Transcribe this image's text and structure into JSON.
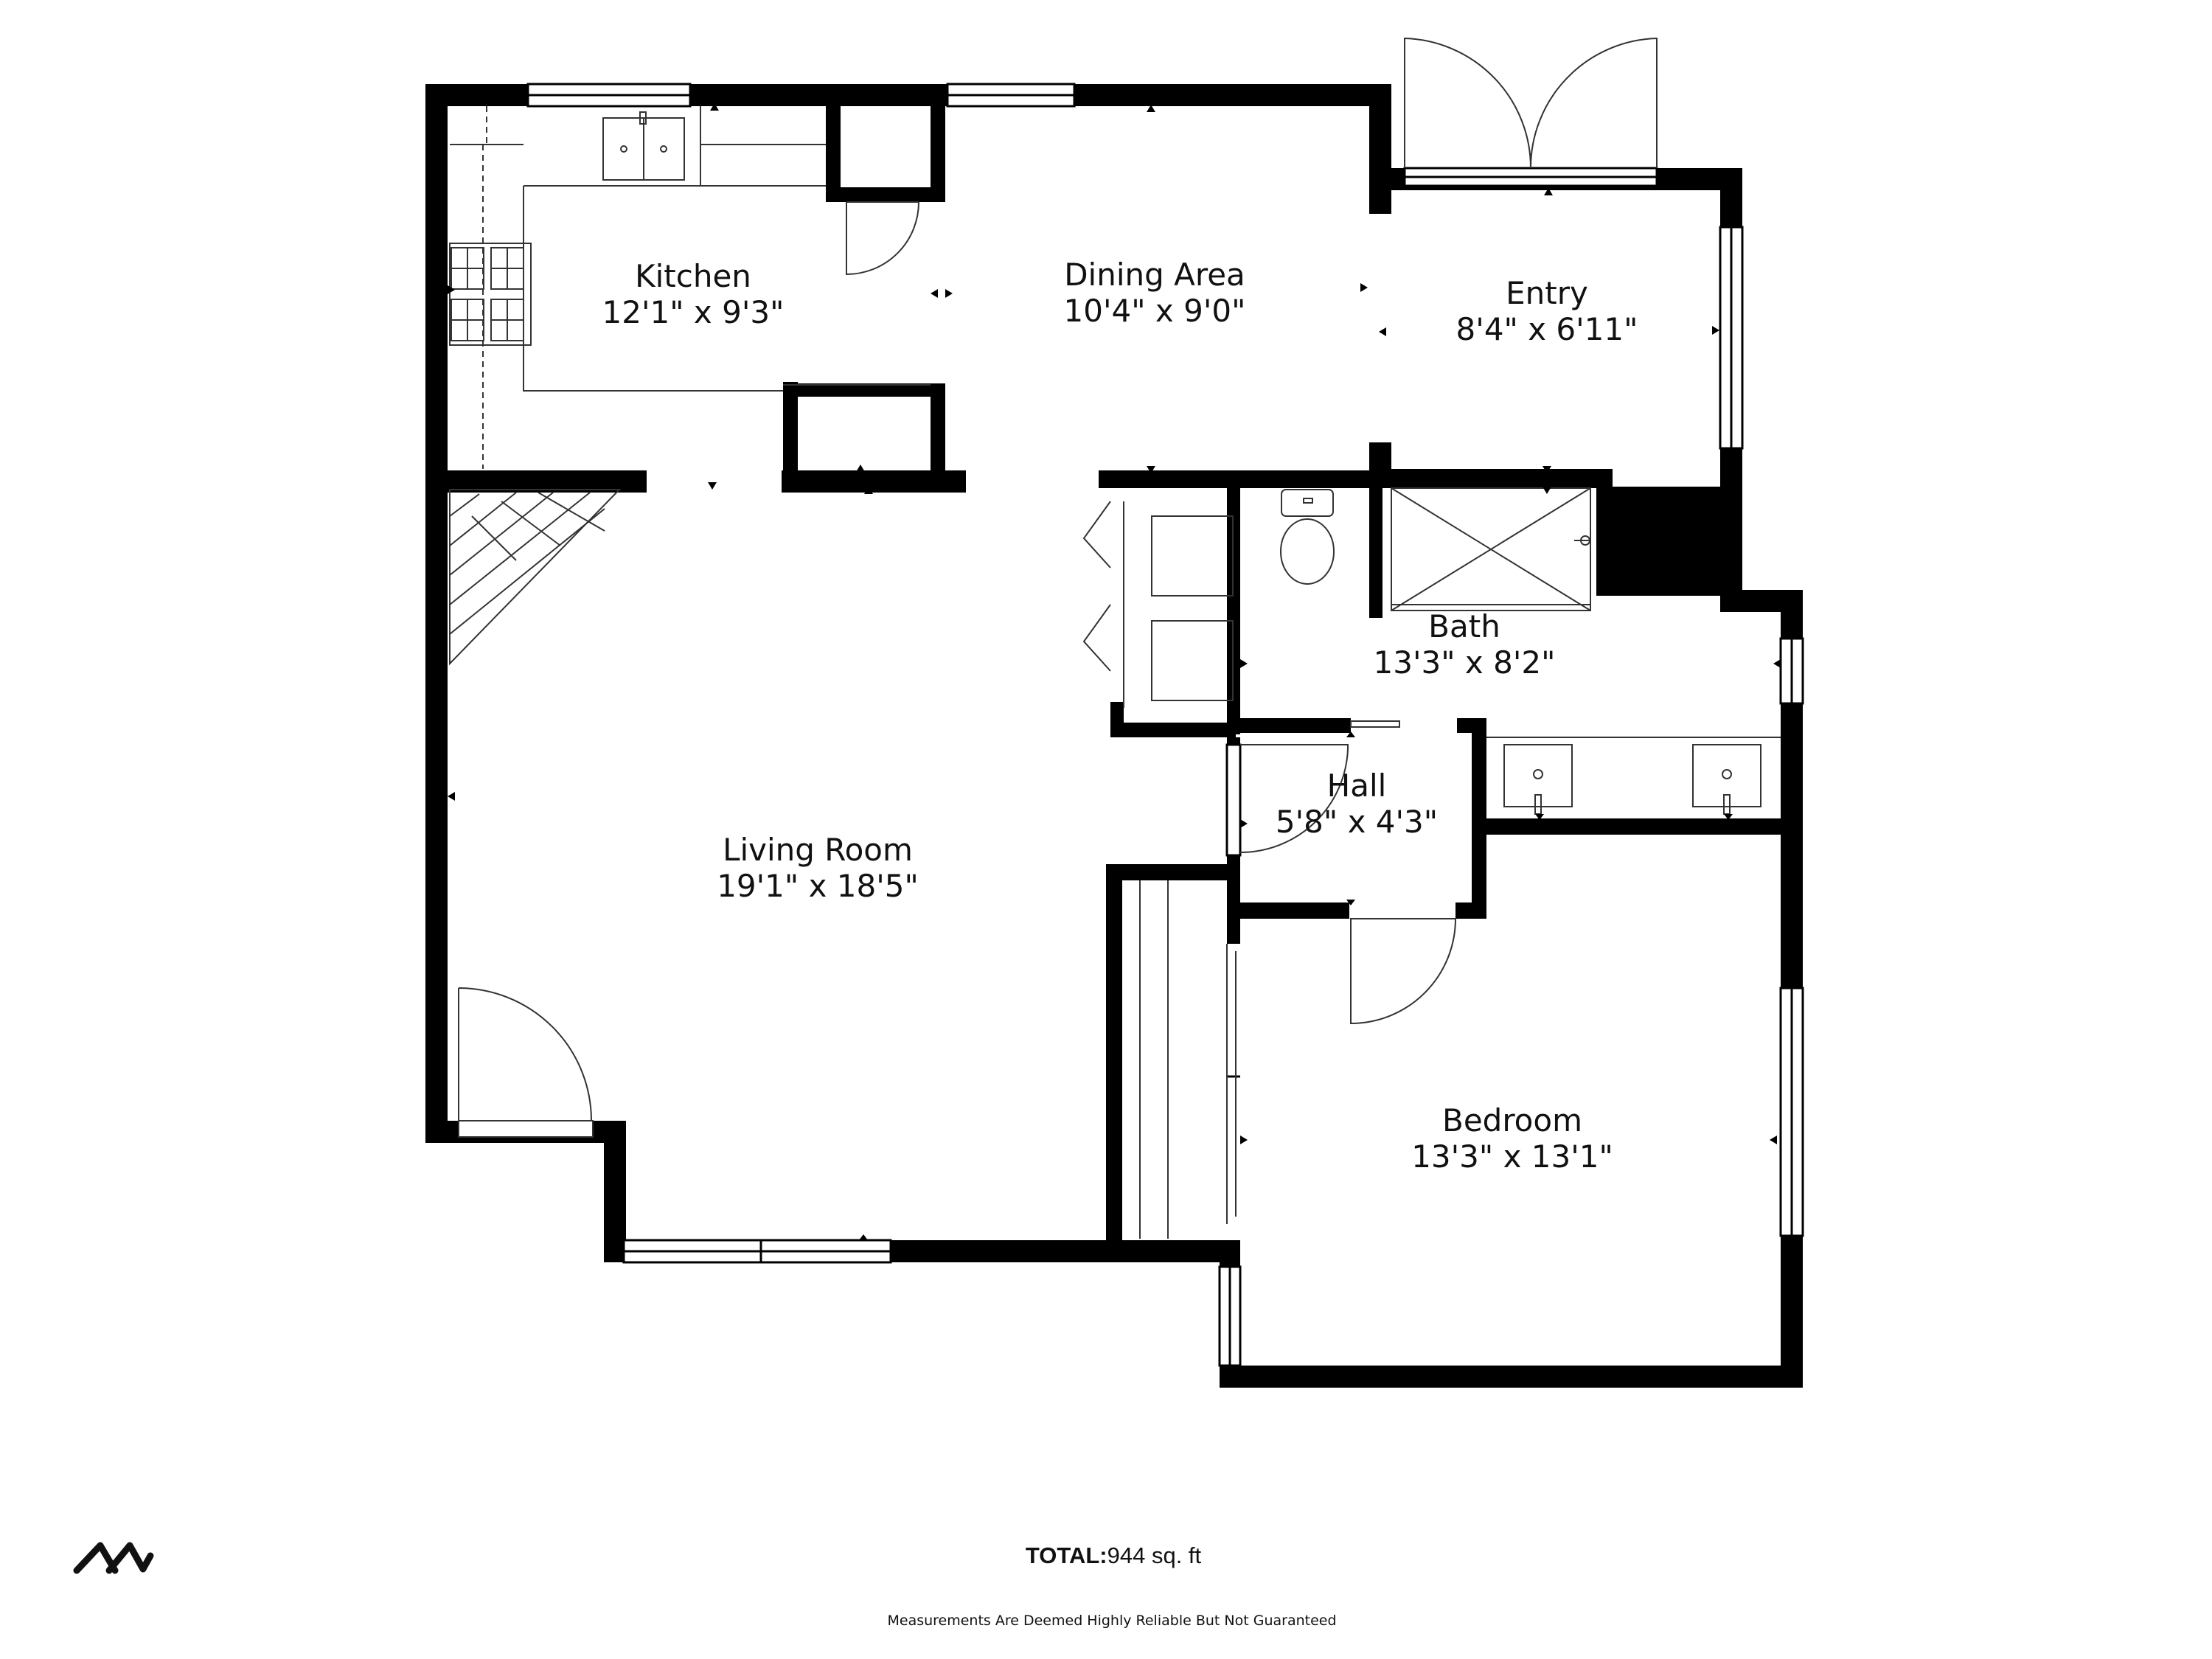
{
  "rooms": {
    "kitchen": {
      "name": "Kitchen",
      "dimensions": "12'1\" x 9'3\""
    },
    "dining": {
      "name": "Dining Area",
      "dimensions": "10'4\" x 9'0\""
    },
    "entry": {
      "name": "Entry",
      "dimensions": "8'4\" x 6'11\""
    },
    "living": {
      "name": "Living Room",
      "dimensions": "19'1\" x 18'5\""
    },
    "bath": {
      "name": "Bath",
      "dimensions": "13'3\" x 8'2\""
    },
    "hall": {
      "name": "Hall",
      "dimensions": "5'8\" x 4'3\""
    },
    "bedroom": {
      "name": "Bedroom",
      "dimensions": "13'3\" x 13'1\""
    }
  },
  "footer": {
    "total_label": "TOTAL:",
    "total_value": "944 sq. ft",
    "disclaimer": "Measurements Are Deemed Highly Reliable But Not Guaranteed"
  },
  "icons": {
    "logo": "mw-logo-icon"
  },
  "colors": {
    "wall": "#000000",
    "fixture_line": "#333333",
    "background": "#ffffff"
  }
}
